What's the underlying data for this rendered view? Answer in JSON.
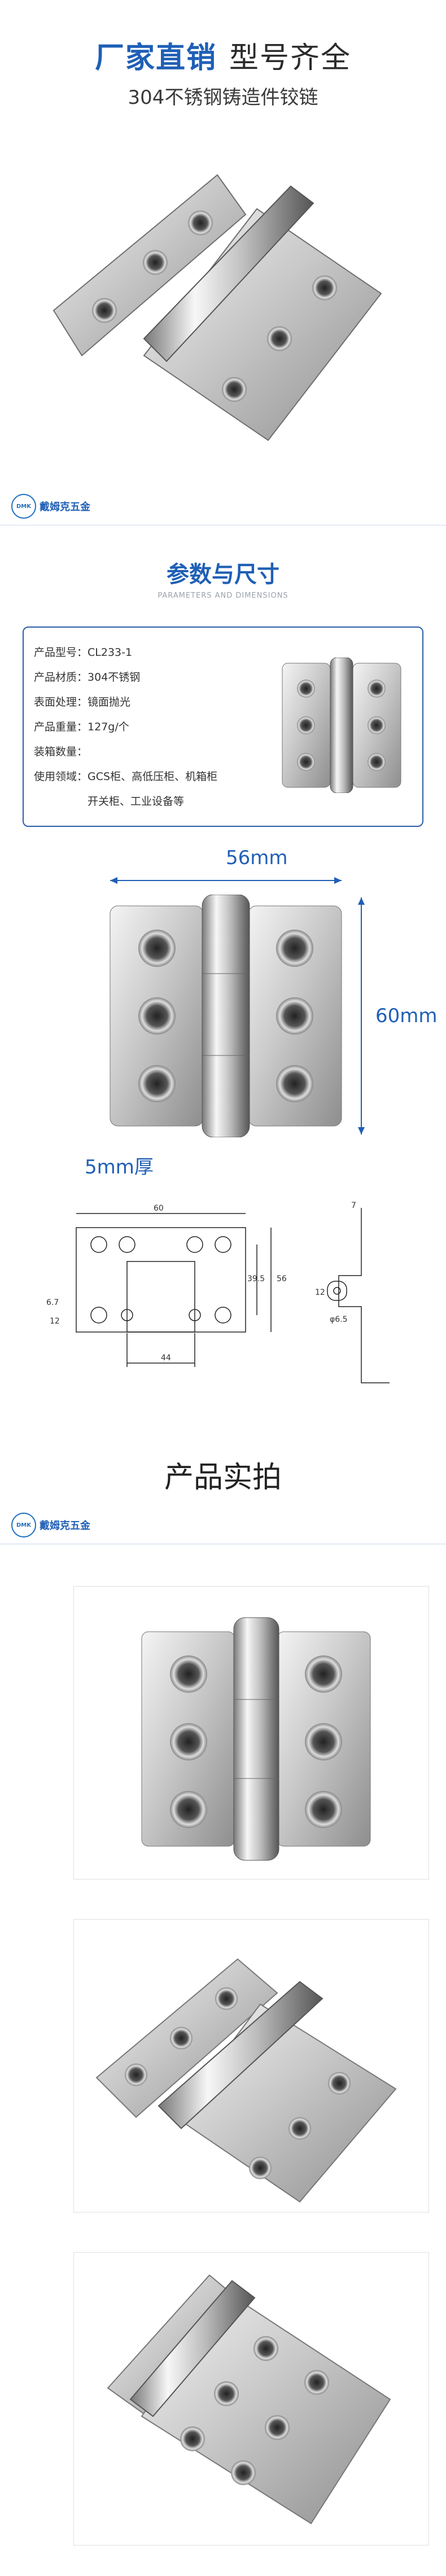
{
  "header": {
    "title_blue": "厂家直销",
    "title_dark": "型号齐全",
    "subtitle": "304不锈钢铸造件铰链"
  },
  "brand": {
    "logo_text": "DMK",
    "name": "戴姆克五金"
  },
  "params_section": {
    "title": "参数与尺寸",
    "subtitle_en": "PARAMETERS AND DIMENSIONS"
  },
  "specs": [
    {
      "label": "产品型号：",
      "value": "CL233-1"
    },
    {
      "label": "产品材质：",
      "value": "304不锈钢"
    },
    {
      "label": "表面处理：",
      "value": "镜面抛光"
    },
    {
      "label": "产品重量：",
      "value": "127g/个"
    },
    {
      "label": "装箱数量：",
      "value": ""
    },
    {
      "label": "使用领域：",
      "value": "GCS柜、高低压柜、机箱柜"
    },
    {
      "label": "",
      "value": "开关柜、工业设备等"
    }
  ],
  "dimensions": {
    "width": "56mm",
    "height": "60mm",
    "thickness": "5mm厚"
  },
  "drawing": {
    "top_width": "60",
    "height_inner": "39.5",
    "height_outer": "56",
    "left_offset": "6.7",
    "left_bottom": "12",
    "bottom_width": "44",
    "side_top": "7",
    "side_mid": "12",
    "side_hole": "φ6.5"
  },
  "photos_section": {
    "title": "产品实拍"
  },
  "colors": {
    "brand_blue": "#1f5fb6",
    "spec_border": "#2c5ea8"
  }
}
